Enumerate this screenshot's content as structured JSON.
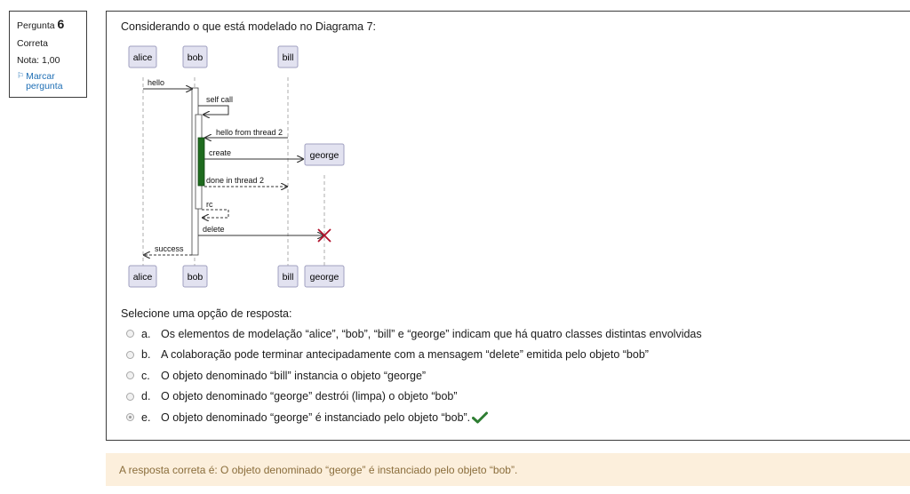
{
  "question_info": {
    "label": "Pergunta",
    "number": "6",
    "status": "Correta",
    "grade": "Nota: 1,00",
    "flag_label": "Marcar pergunta"
  },
  "question": {
    "text": "Considerando o que está modelado no Diagrama 7:",
    "diagram": {
      "participants": [
        "alice",
        "bob",
        "bill",
        "george"
      ],
      "messages": [
        "hello",
        "self call",
        "hello from thread 2",
        "create",
        "done in thread 2",
        "rc",
        "delete",
        "success"
      ]
    },
    "prompt": "Selecione uma opção de resposta:",
    "options": [
      {
        "letter": "a.",
        "text": "Os elementos de modelação “alice”, “bob”, “bill” e “george” indicam que há quatro classes distintas envolvidas",
        "selected": false
      },
      {
        "letter": "b.",
        "text": "A colaboração pode terminar antecipadamente com a mensagem “delete” emitida pelo objeto “bob”",
        "selected": false
      },
      {
        "letter": "c.",
        "text": "O objeto denominado “bill”  instancia o objeto “george”",
        "selected": false
      },
      {
        "letter": "d.",
        "text": "O objeto denominado “george”  destrói (limpa) o objeto “bob”",
        "selected": false
      },
      {
        "letter": "e.",
        "text": "O objeto denominado “george”  é instanciado pelo objeto “bob”.",
        "selected": true
      }
    ]
  },
  "feedback": {
    "text": "A resposta correta é: O objeto denominado “george”  é instanciado pelo objeto “bob”."
  },
  "colors": {
    "participant_fill": "#e2e2f0",
    "participant_border": "#a0a0c0",
    "activation_green": "#1e6b1e",
    "destroy_red": "#b0102a",
    "check_green": "#2e7d32",
    "feedback_bg": "#fcefdc",
    "feedback_text": "#8a6d3b",
    "link": "#1f6fb5"
  }
}
